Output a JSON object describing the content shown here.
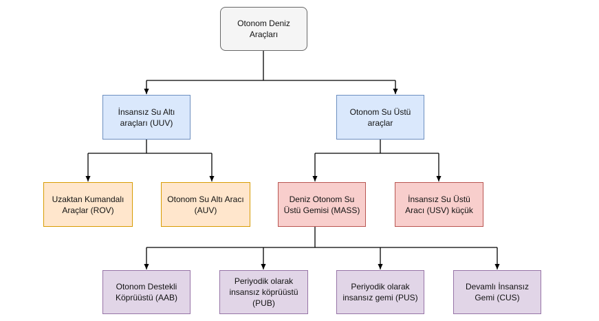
{
  "nodes": {
    "root": "Otonom Deniz\nAraçları",
    "uuv": "İnsansız Su Altı\naraçları (UUV)",
    "surface": "Otonom Su Üstü\naraçlar",
    "rov": "Uzaktan Kumandalı\nAraçlar (ROV)",
    "auv": "Otonom Su Altı Aracı\n(AUV)",
    "mass": "Deniz Otonom Su\nÜstü Gemisi (MASS)",
    "usv": "İnsansız Su Üstü\nAracı (USV) küçük",
    "aab": "Otonom Destekli\nKöprüüstü (AAB)",
    "pub": "Periyodik olarak\ninsansız köprüüstü\n(PUB)",
    "pus": "Periyodik olarak\ninsansız gemi (PUS)",
    "cus": "Devamlı İnsansız\nGemi (CUS)"
  },
  "colors": {
    "root_fill": "#f5f5f5",
    "blue_fill": "#dae8fc",
    "orange_fill": "#ffe6cc",
    "red_fill": "#f8cecc",
    "purple_fill": "#e1d5e7",
    "connector": "#000000"
  }
}
